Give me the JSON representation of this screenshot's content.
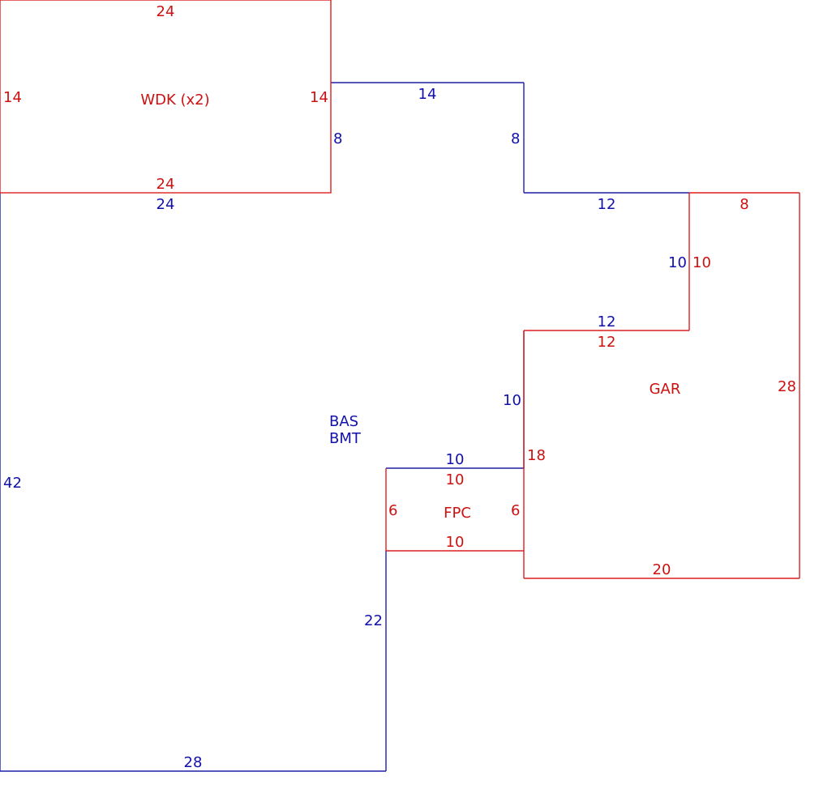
{
  "colors": {
    "basement": "#1f1faa",
    "addition": "#dd1f1f"
  },
  "areas": {
    "wdk": {
      "name": "WDK (x2)",
      "top": "24",
      "bottom": "24",
      "left": "14",
      "right": "14"
    },
    "bas": {
      "name_line1": "BAS",
      "name_line2": "BMT",
      "top_segment": "14",
      "left_step": "8",
      "right_step": "8",
      "mid_segment": "12",
      "below_wdk": "24",
      "garage_step": "10",
      "garage_top": "12",
      "lower_side": "10",
      "fpc_top": "10",
      "right_lower": "22",
      "left_side": "42",
      "bottom": "28"
    },
    "gar": {
      "name": "GAR",
      "top": "8",
      "step": "10",
      "inner_top": "12",
      "right": "28",
      "left": "18",
      "bottom": "20"
    },
    "fpc": {
      "name": "FPC",
      "top": "10",
      "bottom": "10",
      "left": "6",
      "right": "6"
    }
  }
}
